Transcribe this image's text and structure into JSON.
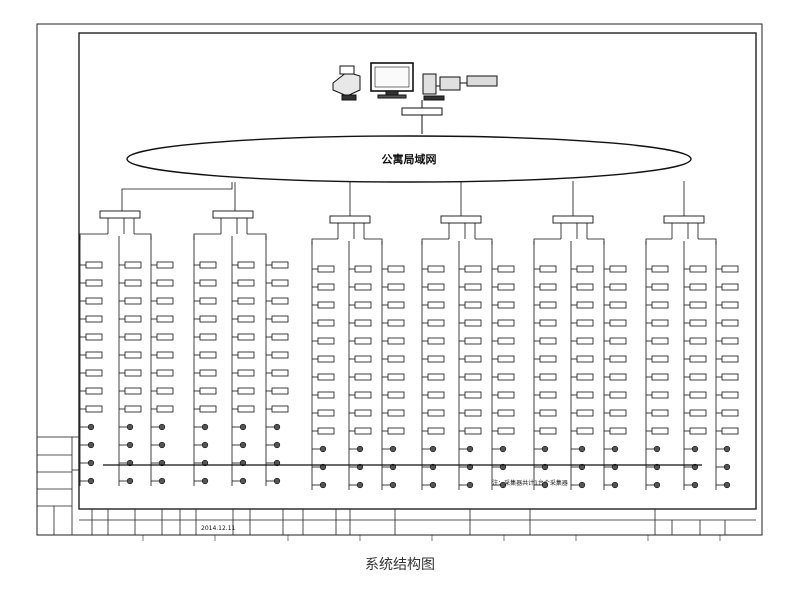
{
  "diagram": {
    "network_label": "公寓局域网",
    "caption": "系统结构图",
    "note": "注：采集器共计1台个采集器"
  },
  "title_block": {
    "date": "2014.12.11"
  }
}
